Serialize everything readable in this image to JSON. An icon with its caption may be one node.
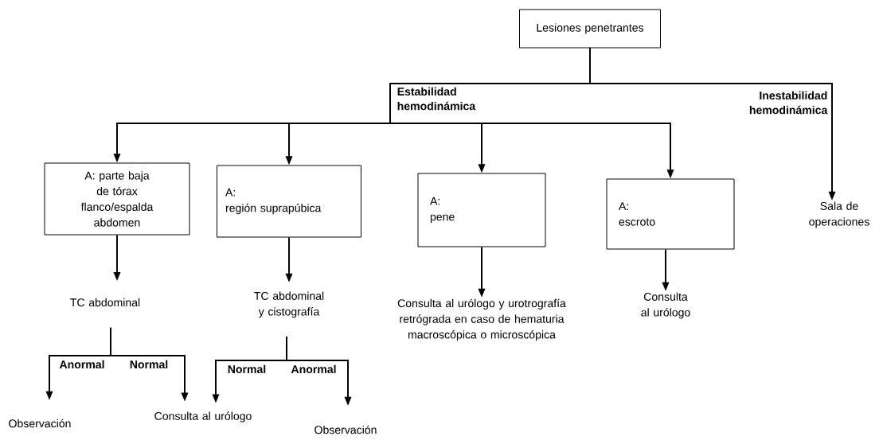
{
  "diagram": {
    "nodes": [
      {
        "text": [
          "Lesiones penetrantes"
        ]
      },
      {
        "text": [
          "A: parte baja de tórax flanco/espalda abdomen"
        ]
      },
      {
        "text": [
          "A:",
          "región suprapúbica"
        ]
      },
      {
        "text": [
          "A:",
          "pene"
        ]
      },
      {
        "text": [
          "A:",
          "escroto"
        ]
      },
      {
        "text": [
          "Sala de operaciones"
        ]
      },
      {
        "text": [
          "TC abdominal"
        ]
      },
      {
        "text": [
          "TC abdominal y cistografía"
        ]
      },
      {
        "text": [
          "Consulta al urólogo y urotrografía retrógrada en caso de hematuria macroscópica o microscópica"
        ]
      },
      {
        "text": [
          "Consulta al urólogo"
        ]
      },
      {
        "text": [
          "Observación"
        ]
      },
      {
        "text": [
          "Consulta al urólogo"
        ]
      },
      {
        "text": [
          "Observación"
        ]
      }
    ],
    "edges": [
      {
        "from": 0,
        "to": 1,
        "arrow": "to",
        "label": "Estabilidad hemodinámica"
      },
      {
        "from": 0,
        "to": 2,
        "arrow": "to"
      },
      {
        "from": 0,
        "to": 3,
        "arrow": "to"
      },
      {
        "from": 0,
        "to": 4,
        "arrow": "to"
      },
      {
        "from": 0,
        "to": 5,
        "arrow": "to",
        "label": "Inestabilidad hemodinámica"
      },
      {
        "from": 1,
        "to": 6,
        "arrow": "to"
      },
      {
        "from": 2,
        "to": 7,
        "arrow": "to"
      },
      {
        "from": 3,
        "to": 8,
        "arrow": "to"
      },
      {
        "from": 4,
        "to": 9,
        "arrow": "to"
      },
      {
        "from": 6,
        "to": 10,
        "arrow": "to",
        "label": "Anormal"
      },
      {
        "from": 6,
        "to": 11,
        "arrow": "to",
        "label": "Normal"
      },
      {
        "from": 7,
        "to": 11,
        "arrow": "to",
        "label": "Normal"
      },
      {
        "from": 7,
        "to": 12,
        "arrow": "to",
        "label": "Anormal"
      }
    ]
  }
}
